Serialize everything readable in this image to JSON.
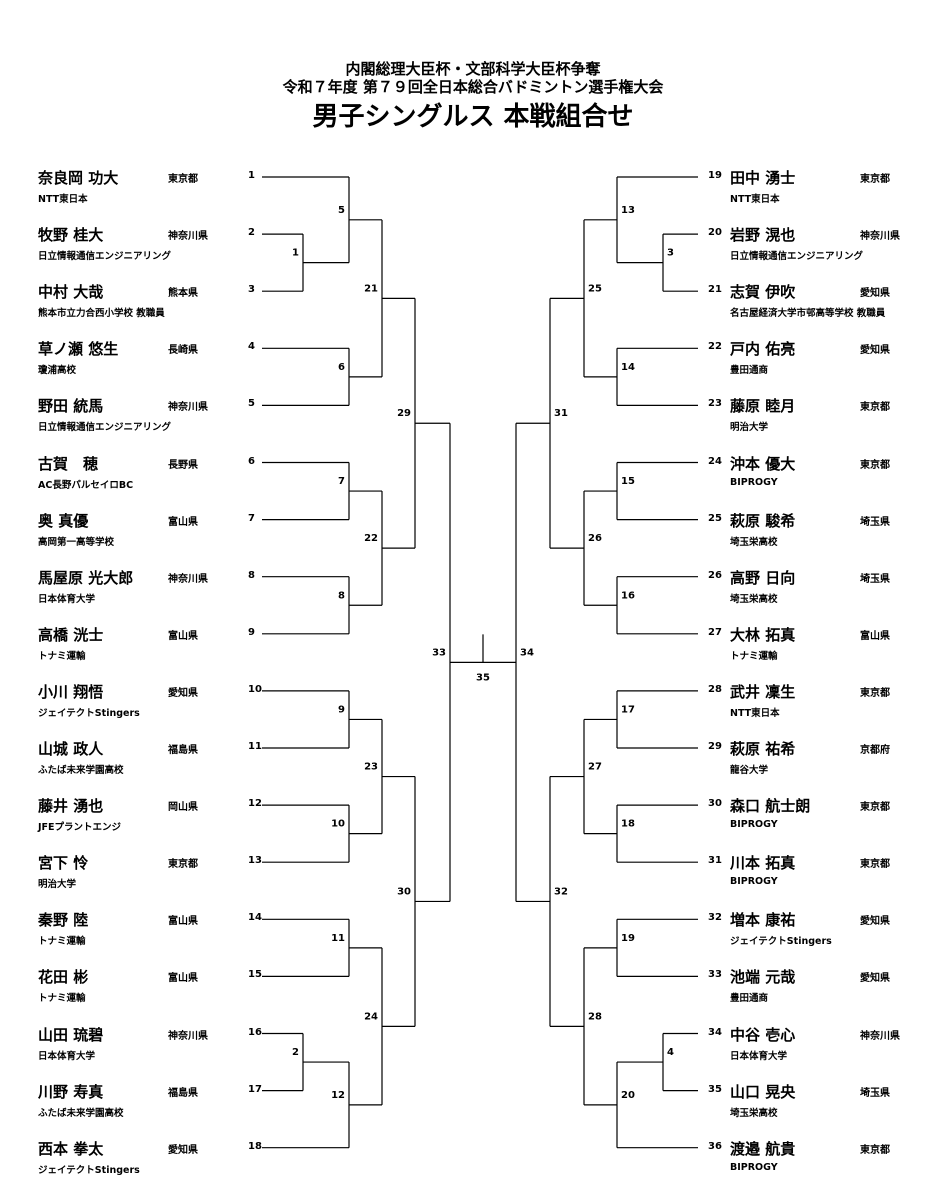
{
  "header": {
    "line1": "内閣総理大臣杯・文部科学大臣杯争奪",
    "line2": "令和７年度 第７９回全日本総合バドミントン選手権大会",
    "title": "男子シングルス 本戦組合せ"
  },
  "left_players": [
    {
      "num": "1",
      "name": "奈良岡 功大",
      "pref": "東京都",
      "team": "NTT東日本"
    },
    {
      "num": "2",
      "name": "牧野 桂大",
      "pref": "神奈川県",
      "team": "日立情報通信エンジニアリング"
    },
    {
      "num": "3",
      "name": "中村 大哉",
      "pref": "熊本県",
      "team": "熊本市立力合西小学校 教職員"
    },
    {
      "num": "4",
      "name": "草ノ瀬 悠生",
      "pref": "長崎県",
      "team": "瓊浦高校"
    },
    {
      "num": "5",
      "name": "野田 統馬",
      "pref": "神奈川県",
      "team": "日立情報通信エンジニアリング"
    },
    {
      "num": "6",
      "name": "古賀　穂",
      "pref": "長野県",
      "team": "AC長野パルセイロBC"
    },
    {
      "num": "7",
      "name": "奥 真優",
      "pref": "富山県",
      "team": "高岡第一高等学校"
    },
    {
      "num": "8",
      "name": "馬屋原 光大郎",
      "pref": "神奈川県",
      "team": "日本体育大学"
    },
    {
      "num": "9",
      "name": "高橋 洸士",
      "pref": "富山県",
      "team": "トナミ運輸"
    },
    {
      "num": "10",
      "name": "小川 翔悟",
      "pref": "愛知県",
      "team": "ジェイテクトStingers"
    },
    {
      "num": "11",
      "name": "山城 政人",
      "pref": "福島県",
      "team": "ふたば未来学園高校"
    },
    {
      "num": "12",
      "name": "藤井 湧也",
      "pref": "岡山県",
      "team": "JFEプラントエンジ"
    },
    {
      "num": "13",
      "name": "宮下 怜",
      "pref": "東京都",
      "team": "明治大学"
    },
    {
      "num": "14",
      "name": "秦野 陸",
      "pref": "富山県",
      "team": "トナミ運輸"
    },
    {
      "num": "15",
      "name": "花田 彬",
      "pref": "富山県",
      "team": "トナミ運輸"
    },
    {
      "num": "16",
      "name": "山田 琉碧",
      "pref": "神奈川県",
      "team": "日本体育大学"
    },
    {
      "num": "17",
      "name": "川野 寿真",
      "pref": "福島県",
      "team": "ふたば未来学園高校"
    },
    {
      "num": "18",
      "name": "西本 拳太",
      "pref": "愛知県",
      "team": "ジェイテクトStingers"
    }
  ],
  "right_players": [
    {
      "num": "19",
      "name": "田中 湧士",
      "pref": "東京都",
      "team": "NTT東日本"
    },
    {
      "num": "20",
      "name": "岩野 滉也",
      "pref": "神奈川県",
      "team": "日立情報通信エンジニアリング"
    },
    {
      "num": "21",
      "name": "志賀 伊吹",
      "pref": "愛知県",
      "team": "名古屋経済大学市邨高等学校 教職員"
    },
    {
      "num": "22",
      "name": "戸内 佑亮",
      "pref": "愛知県",
      "team": "豊田通商"
    },
    {
      "num": "23",
      "name": "藤原 睦月",
      "pref": "東京都",
      "team": "明治大学"
    },
    {
      "num": "24",
      "name": "沖本 優大",
      "pref": "東京都",
      "team": "BIPROGY"
    },
    {
      "num": "25",
      "name": "萩原 駿希",
      "pref": "埼玉県",
      "team": "埼玉栄高校"
    },
    {
      "num": "26",
      "name": "高野 日向",
      "pref": "埼玉県",
      "team": "埼玉栄高校"
    },
    {
      "num": "27",
      "name": "大林 拓真",
      "pref": "富山県",
      "team": "トナミ運輸"
    },
    {
      "num": "28",
      "name": "武井 凜生",
      "pref": "東京都",
      "team": "NTT東日本"
    },
    {
      "num": "29",
      "name": "萩原 祐希",
      "pref": "京都府",
      "team": "龍谷大学"
    },
    {
      "num": "30",
      "name": "森口 航士朗",
      "pref": "東京都",
      "team": "BIPROGY"
    },
    {
      "num": "31",
      "name": "川本 拓真",
      "pref": "東京都",
      "team": "BIPROGY"
    },
    {
      "num": "32",
      "name": "増本 康祐",
      "pref": "愛知県",
      "team": "ジェイテクトStingers"
    },
    {
      "num": "33",
      "name": "池端 元哉",
      "pref": "愛知県",
      "team": "豊田通商"
    },
    {
      "num": "34",
      "name": "中谷 壱心",
      "pref": "神奈川県",
      "team": "日本体育大学"
    },
    {
      "num": "35",
      "name": "山口 晃央",
      "pref": "埼玉県",
      "team": "埼玉栄高校"
    },
    {
      "num": "36",
      "name": "渡邉 航貴",
      "pref": "東京都",
      "team": "BIPROGY"
    }
  ],
  "matches": {
    "left_pre": [
      "1",
      "2"
    ],
    "left_r1": [
      "5",
      "6",
      "7",
      "8",
      "9",
      "10",
      "11",
      "12"
    ],
    "left_r2": [
      "21",
      "22",
      "23",
      "24"
    ],
    "left_r3": [
      "29",
      "30"
    ],
    "left_semi": "33",
    "final": "35",
    "right_semi": "34",
    "right_r3": [
      "31",
      "32"
    ],
    "right_r2": [
      "25",
      "26",
      "27",
      "28"
    ],
    "right_r1": [
      "13",
      "14",
      "15",
      "16",
      "17",
      "18",
      "19",
      "20"
    ],
    "right_pre": [
      "3",
      "4"
    ]
  }
}
